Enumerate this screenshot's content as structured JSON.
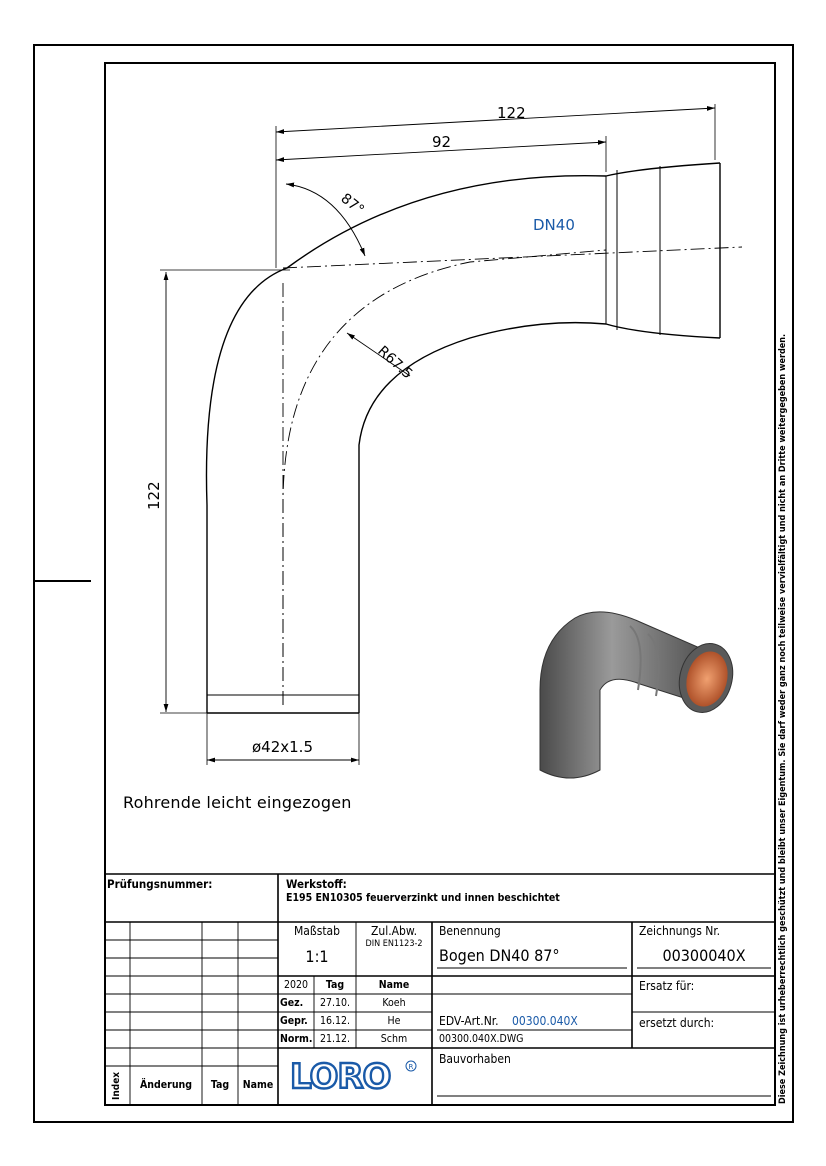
{
  "drawing": {
    "dims": {
      "total_width": "122",
      "bend_width": "92",
      "angle": "87°",
      "nominal": "DN40",
      "radius": "R67.5",
      "height": "122",
      "diameter": "ø42x1.5"
    },
    "note": "Rohrende leicht eingezogen",
    "colors": {
      "line": "#000000",
      "dimension_blue": "#1a5aa8",
      "pipe_gray": "#6e6e6e",
      "copper": "#c0582a"
    }
  },
  "side_notice": "Diese Zeichnung ist urheberrechtlich geschützt und bleibt unser Eigentum. Sie darf weder ganz noch teilweise vervielfältigt und nicht an Dritte weitergegeben werden.",
  "title_block": {
    "pruefungsnummer_label": "Prüfungsnummer:",
    "werkstoff_label": "Werkstoff:",
    "werkstoff_value": "E195 EN10305 feuerverzinkt und innen beschichtet",
    "massstab_label": "Maßstab",
    "massstab_value": "1:1",
    "zulabw_label": "Zul.Abw.",
    "zulabw_value": "DIN EN1123-2",
    "benennung_label": "Benennung",
    "benennung_value": "Bogen DN40 87°",
    "zeichnungsnr_label": "Zeichnungs Nr.",
    "zeichnungsnr_value": "00300040X",
    "year": "2020",
    "tag_label": "Tag",
    "name_label": "Name",
    "rows": [
      {
        "role": "Gez.",
        "tag": "27.10.",
        "name": "Koeh"
      },
      {
        "role": "Gepr.",
        "tag": "16.12.",
        "name": "He"
      },
      {
        "role": "Norm.",
        "tag": "21.12.",
        "name": "Schm"
      }
    ],
    "ersatz_fuer_label": "Ersatz für:",
    "ersetzt_durch_label": "ersetzt durch:",
    "edv_label": "EDV-Art.Nr.",
    "edv_value": "00300.040X",
    "dwg_value": "00300.040X.DWG",
    "bauvorhaben_label": "Bauvorhaben",
    "revision_headers": {
      "index": "Index",
      "aenderung": "Änderung",
      "tag": "Tag",
      "name": "Name"
    },
    "logo_text": "LORO"
  }
}
